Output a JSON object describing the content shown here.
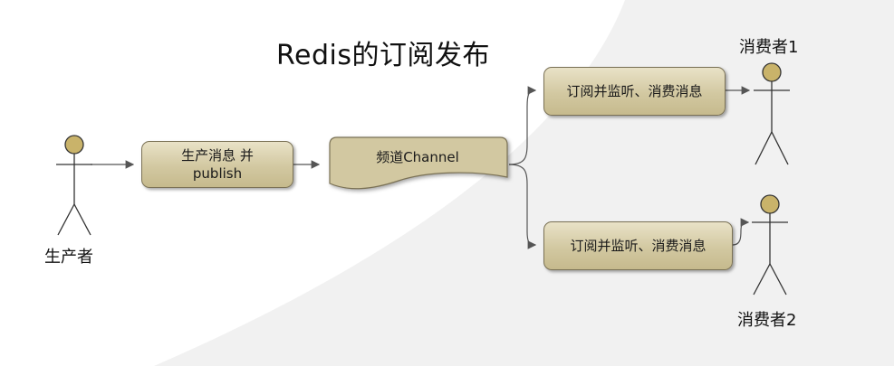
{
  "title": "Redis的订阅发布",
  "producer": {
    "label": "生产者",
    "box_line1": "生产消息 并",
    "box_line2": "publish"
  },
  "channel": {
    "label": "频道Channel"
  },
  "subscribers": [
    {
      "box_label": "订阅并监听、消费消息",
      "consumer_label": "消费者1"
    },
    {
      "box_label": "订阅并监听、消费消息",
      "consumer_label": "消费者2"
    }
  ],
  "colors": {
    "box_fill": "#d2c8a1",
    "box_border": "#7a7155",
    "actor_head": "#c9b36a",
    "background": "#f1f1f1"
  }
}
